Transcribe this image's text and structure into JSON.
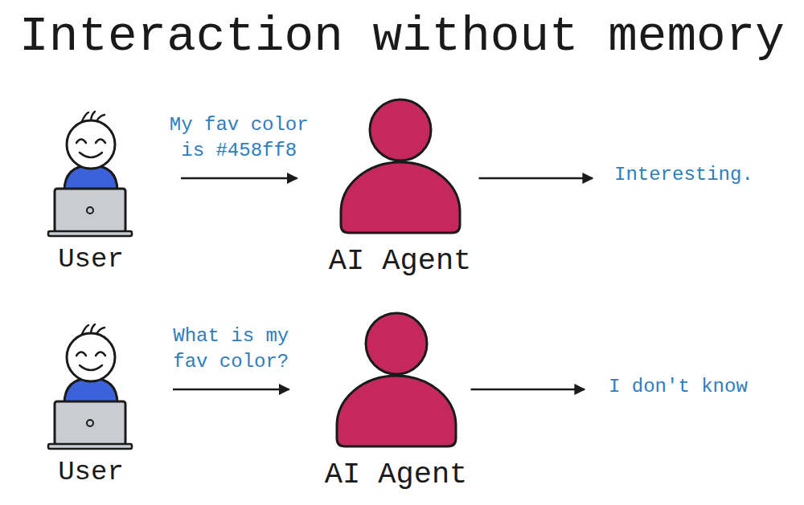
{
  "diagram": {
    "title": "Interaction without memory",
    "nodes": [
      {
        "text": [
          "User"
        ]
      },
      {
        "text": [
          "AI Agent"
        ]
      },
      {
        "text": [
          "Interesting."
        ]
      },
      {
        "text": [
          "User"
        ]
      },
      {
        "text": [
          "AI Agent"
        ]
      },
      {
        "text": [
          "I don't know"
        ]
      }
    ],
    "edges": [
      {
        "from": 0,
        "to": 1,
        "arrow": "to",
        "label": "My fav color is #458ff8"
      },
      {
        "from": 1,
        "to": 2,
        "arrow": "to"
      },
      {
        "from": 3,
        "to": 4,
        "arrow": "to",
        "label": "What is my fav color?"
      },
      {
        "from": 4,
        "to": 5,
        "arrow": "to"
      }
    ]
  }
}
